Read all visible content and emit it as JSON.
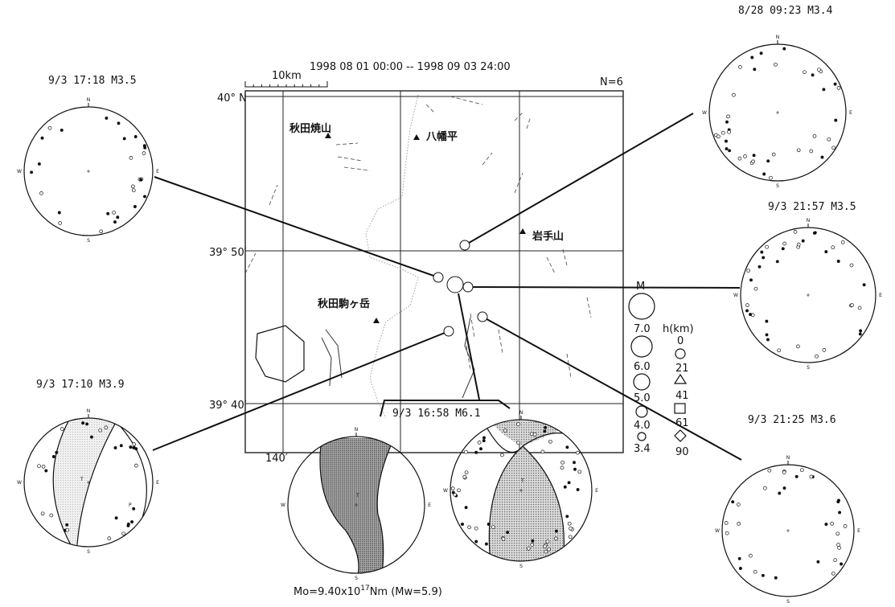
{
  "header": {
    "period": "1998 08 01 00:00 -- 1998 09 03 24:00",
    "scale_label": "10km",
    "count": "N=6"
  },
  "map": {
    "lat_labels": [
      "40° N",
      "39° 50′",
      "39° 40′"
    ],
    "lon_label": "140′",
    "volcanoes": [
      "秋田焼山",
      "八幡平",
      "岩手山",
      "秋田駒ヶ岳"
    ]
  },
  "legend": {
    "magnitude_title": "M",
    "magnitudes": [
      "7.0",
      "6.0",
      "5.0",
      "4.0",
      "3.4"
    ],
    "depth_title": "h(km)",
    "depths": [
      "0",
      "21",
      "41",
      "61",
      "90"
    ]
  },
  "mechanisms": {
    "m1": {
      "label": "9/3 17:18 M3.5"
    },
    "m2": {
      "label": "8/28 09:23 M3.4"
    },
    "m3": {
      "label": "9/3 21:57 M3.5"
    },
    "m4": {
      "label": "9/3 17:10 M3.9"
    },
    "m5": {
      "label": "9/3 21:25 M3.6"
    },
    "main": {
      "label": "9/3 16:58 M6.1"
    }
  },
  "stereonet_marks": {
    "north": "N",
    "south": "S",
    "east": "E",
    "west": "W",
    "t_axis": "T",
    "p_axis": "P"
  },
  "moment": {
    "prefix": "Mo=9.40x10",
    "exponent": "17",
    "suffix": "Nm (Mw=5.9)"
  }
}
